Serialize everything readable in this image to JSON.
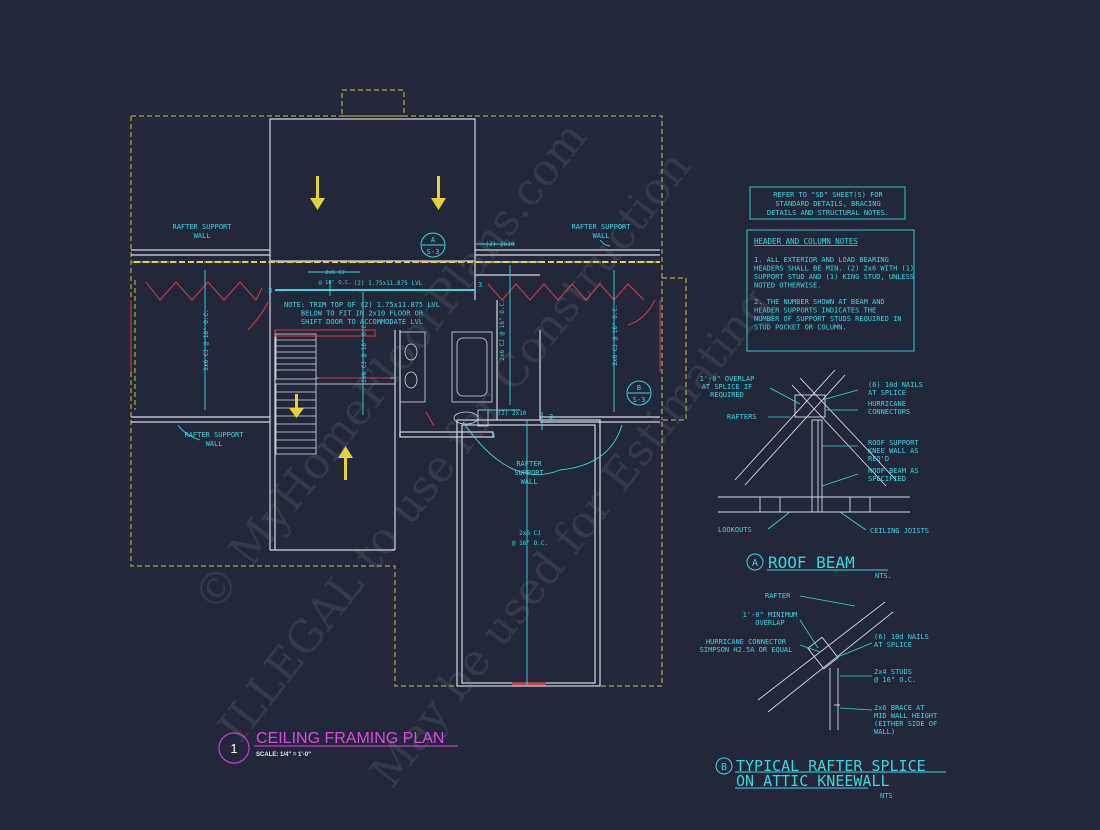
{
  "plan": {
    "rafter_support_line1": "RAFTER SUPPORT",
    "rafter_support_line2": "WALL",
    "rafter_support_center": [
      "RAFTER",
      "SUPPORT",
      "WALL"
    ],
    "callout_a": {
      "letter": "A",
      "sheet": "S-3"
    },
    "callout_b": {
      "letter": "B",
      "sheet": "S-3"
    },
    "lvl_note": [
      "NOTE: TRIM TOP OF (2) 1.75x11.875 LVL",
      "BELOW TO FIT IN 2x10 FLOOR OR",
      "SHIFT DOOR TO ACCOMMODATE LVL",
      ""
    ],
    "lvl_beam_tag": "(2) 1.75x11.875 LVL",
    "header_tag_top": "(2) 2x10",
    "header_tag_bottom": "(2) 2x10",
    "joist_tag_upper": "2x6 CJ",
    "joist_tag_lower": "@ 16\" O.C.",
    "garage_joist_tag": [
      "2x6 CJ",
      "@ 16\" O.C."
    ],
    "vertical_tag": "2x6 CJ @ 16\" O.C.",
    "stud_count": "3"
  },
  "notes": {
    "refer": [
      "REFER TO \"SD\" SHEET(S) FOR",
      "STANDARD DETAILS, BRACING",
      "DETAILS AND STRUCTURAL NOTES."
    ],
    "title": "HEADER AND COLUMN NOTES",
    "note1": [
      "1. ALL EXTERIOR AND LOAD BEARING",
      "HEADERS SHALL BE MIN. (2) 2x6 WITH (1)",
      "SUPPORT STUD AND (1) KING STUD, UNLESS",
      "NOTED OTHERWISE."
    ],
    "note2": [
      "2. THE NUMBER SHOWN AT BEAM AND",
      "HEADER SUPPORTS INDICATES THE",
      "NUMBER OF SUPPORT STUDS REQUIRED IN",
      "STUD POCKET OR COLUMN.",
      ""
    ]
  },
  "detail_a": {
    "overlap": [
      "1'-0\" OVERLAP",
      "AT SPLICE IF",
      "REQUIRED"
    ],
    "nails": [
      "(6) 10d NAILS",
      "AT SPLICE"
    ],
    "hurricane": [
      "HURRICANE",
      "CONNECTORS"
    ],
    "rafters": "RAFTERS",
    "knee": [
      "ROOF SUPPORT",
      "KNEE WALL AS",
      "REQ'D"
    ],
    "beam": [
      "ROOF BEAM AS",
      "SPECIFIED"
    ],
    "lookouts": "LOOKOUTS",
    "ceiling_joists": "CEILING JOISTS",
    "letter": "A",
    "title": "ROOF BEAM",
    "nts": "NTS."
  },
  "detail_b": {
    "rafter": "RAFTER",
    "overlap": [
      "1'-0\" MINIMUM",
      "OVERLAP"
    ],
    "hurricane": [
      "HURRICANE CONNECTOR",
      "SIMPSON H2.5A OR EQUAL"
    ],
    "nails": [
      "(6) 10d NAILS",
      "AT SPLICE"
    ],
    "studs": [
      "2x4 STUDS",
      "@ 16\" O.C."
    ],
    "brace": [
      "2x6 BRACE AT",
      "MID WALL HEIGHT",
      "(EITHER SIDE OF",
      "WALL)"
    ],
    "letter": "B",
    "title_1": "TYPICAL RAFTER SPLICE",
    "title_2": "ON ATTIC KNEEWALL",
    "nts": "NTS"
  },
  "title": {
    "number": "1",
    "text": "CEILING FRAMING PLAN",
    "scale": "SCALE:   1/4\" = 1'-0\""
  },
  "watermark": {
    "line1": "© MyHomeFloorPlans.com",
    "line2": "ILLEGAL to use for Construction",
    "line3": "May be used for Estimating"
  },
  "colors": {
    "background": "#222839",
    "annotation_cyan": "#38d6e0",
    "walls": "#d7d7e6",
    "dashed_outline": "#c9c24a",
    "framing_red": "#d23c4a",
    "title_magenta": "#d94ae0"
  }
}
